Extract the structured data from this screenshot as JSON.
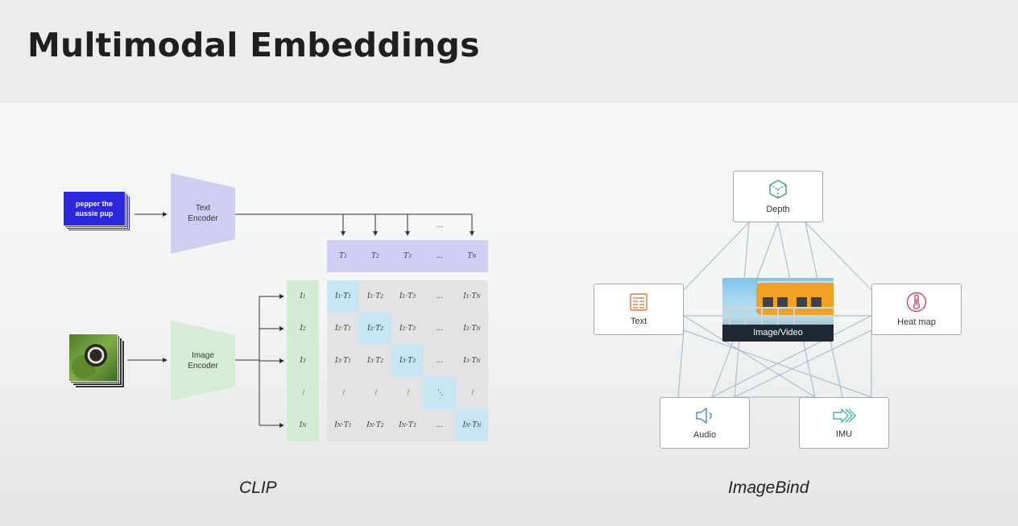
{
  "slide": {
    "title": "Multimodal Embeddings"
  },
  "clip": {
    "caption": "CLIP",
    "text_input": "pepper the aussie pup",
    "text_encoder": "Text\nEncoder",
    "image_encoder": "Image\nEncoder",
    "top_ellipsis": "...",
    "t_labels": [
      {
        "base": "T",
        "sub": "1"
      },
      {
        "base": "T",
        "sub": "2"
      },
      {
        "base": "T",
        "sub": "3"
      },
      {
        "base": "...",
        "sub": ""
      },
      {
        "base": "T",
        "sub": "N"
      }
    ],
    "i_labels": [
      {
        "base": "I",
        "sub": "1"
      },
      {
        "base": "I",
        "sub": "2"
      },
      {
        "base": "I",
        "sub": "3"
      },
      {
        "base": "⁝",
        "sub": ""
      },
      {
        "base": "I",
        "sub": "N"
      }
    ],
    "matrix": [
      [
        "I1·T1",
        "I1·T2",
        "I1·T3",
        "...",
        "I1·TN"
      ],
      [
        "I2·T1",
        "I2·T2",
        "I2·T3",
        "...",
        "I2·TN"
      ],
      [
        "I3·T1",
        "I3·T2",
        "I3·T3",
        "...",
        "I3·TN"
      ],
      [
        "⁝",
        "⁝",
        "⁝",
        "⋱",
        "⁝"
      ],
      [
        "IN·T1",
        "IN·T2",
        "IN·T3",
        "...",
        "IN·TN"
      ]
    ]
  },
  "imagebind": {
    "caption": "ImageBind",
    "center": "Image/Video",
    "nodes": [
      {
        "key": "depth",
        "label": "Depth",
        "icon": "cube-icon",
        "color": "#3aa17e"
      },
      {
        "key": "text",
        "label": "Text",
        "icon": "document-icon",
        "color": "#e0793f"
      },
      {
        "key": "heat",
        "label": "Heat map",
        "icon": "thermometer-icon",
        "color": "#c9496b"
      },
      {
        "key": "audio",
        "label": "Audio",
        "icon": "speaker-icon",
        "color": "#4d8fc9"
      },
      {
        "key": "imu",
        "label": "IMU",
        "icon": "motion-arrows-icon",
        "color": "#3fb8a6"
      }
    ],
    "colors": {
      "edge": "#a9bfd1"
    }
  }
}
